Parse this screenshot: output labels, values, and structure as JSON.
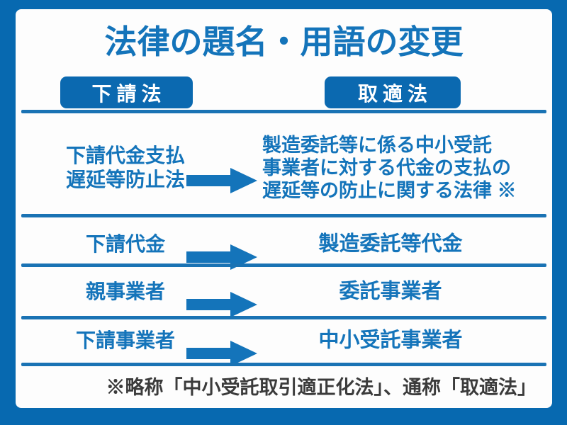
{
  "title": "法律の題名・用語の変更",
  "badges": {
    "old_law": "下請法",
    "new_law": "取適法"
  },
  "rows": [
    {
      "old": "下請代金支払\n遅延等防止法",
      "new": "製造委託等に係る中小受託\n事業者に対する代金の支払の\n遅延等の防止に関する法律 ※"
    },
    {
      "old": "下請代金",
      "new": "製造委託等代金"
    },
    {
      "old": "親事業者",
      "new": "委託事業者"
    },
    {
      "old": "下請事業者",
      "new": "中小受託事業者"
    }
  ],
  "footnote": "※略称「中小受託取引適正化法」、通称「取適法」",
  "icons": {
    "arrow": "right-arrow-icon"
  },
  "colors": {
    "frame_blue": "#0769b0",
    "badge_blue": "#0b69b0",
    "text_blue": "#1474ba",
    "separator_blue": "#1a73b4",
    "footer_gray": "#3b3b3b",
    "panel_white": "#fdfdfd"
  }
}
